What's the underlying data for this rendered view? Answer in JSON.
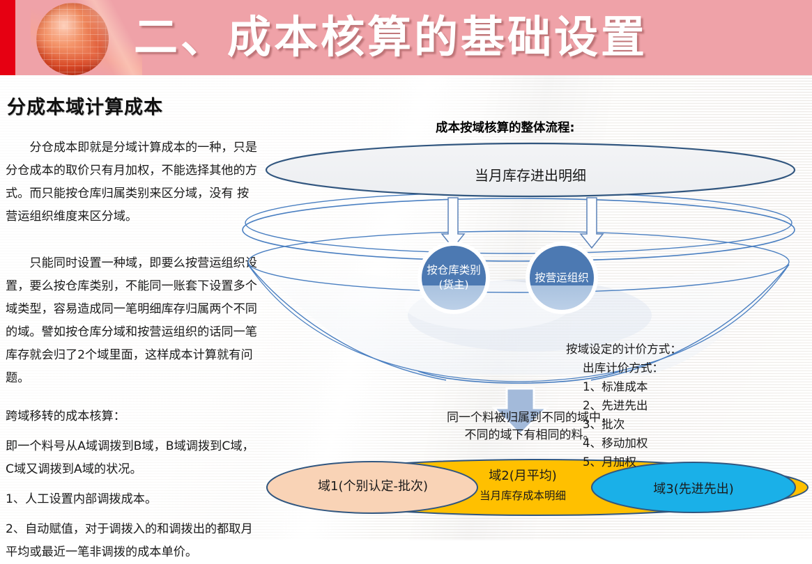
{
  "header": {
    "title": "二、成本核算的基础设置",
    "bar_color": "#efa2a8",
    "accent_color": "#e60012",
    "globe_icon": "globe-icon"
  },
  "left": {
    "heading": "分成本域计算成本",
    "paragraphs": [
      "分仓成本即就是分域计算成本的一种，只是分仓成本的取价只有月加权，不能选择其他的方式。而只能按仓库归属类别来区分域，没有 按营运组织维度来区分域。",
      "只能同时设置一种域，即要么按营运组织设置，要么按仓库类别，不能同一账套下设置多个域类型，容易造成同一笔明细库存归属两个不同的域。譬如按仓库分域和按营运组织的话同一笔库存就会归了2个域里面，这样成本计算就有问题。",
      "跨域移转的成本核算：",
      "即一个料号从A域调拨到B域，B域调拨到C域，C域又调拨到A域的状况。",
      "1、人工设置内部调拨成本。",
      "2、自动赋值，对于调拨入的和调拨出的都取月平均或最近一笔非调拨的成本单价。"
    ]
  },
  "diagram": {
    "title": "成本按域核算的整体流程:",
    "top_ellipse_label": "当月库存进出明细",
    "circles": [
      {
        "id": "warehouse",
        "label": "按仓库类别(货主)",
        "color": "#4c79b2"
      },
      {
        "id": "org",
        "label": "按营运组织",
        "color": "#4c79b2"
      }
    ],
    "middle_note_line1": "同一个料被归属到不同的域中，",
    "middle_note_line2": "不同的域下有相同的料。",
    "pricing": {
      "heading": "按域设定的计价方式：",
      "subheading": "出库计价方式：",
      "items": [
        "1、标准成本",
        "2、先进先出",
        "3、批次",
        "4、移动加权",
        "5、月加权"
      ]
    },
    "domains": [
      {
        "id": "domain1",
        "label": "域1(个别认定-批次)",
        "color": "#f9d3b6"
      },
      {
        "id": "domain2",
        "label": "域2(月平均)",
        "sub_label": "当月库存成本明细",
        "color": "#ffc000"
      },
      {
        "id": "domain3",
        "label": "域3(先进先出)",
        "color": "#1ab0e8"
      }
    ],
    "line_color": "#3f6fa8",
    "funnel_stroke": "#4a7fc1"
  }
}
